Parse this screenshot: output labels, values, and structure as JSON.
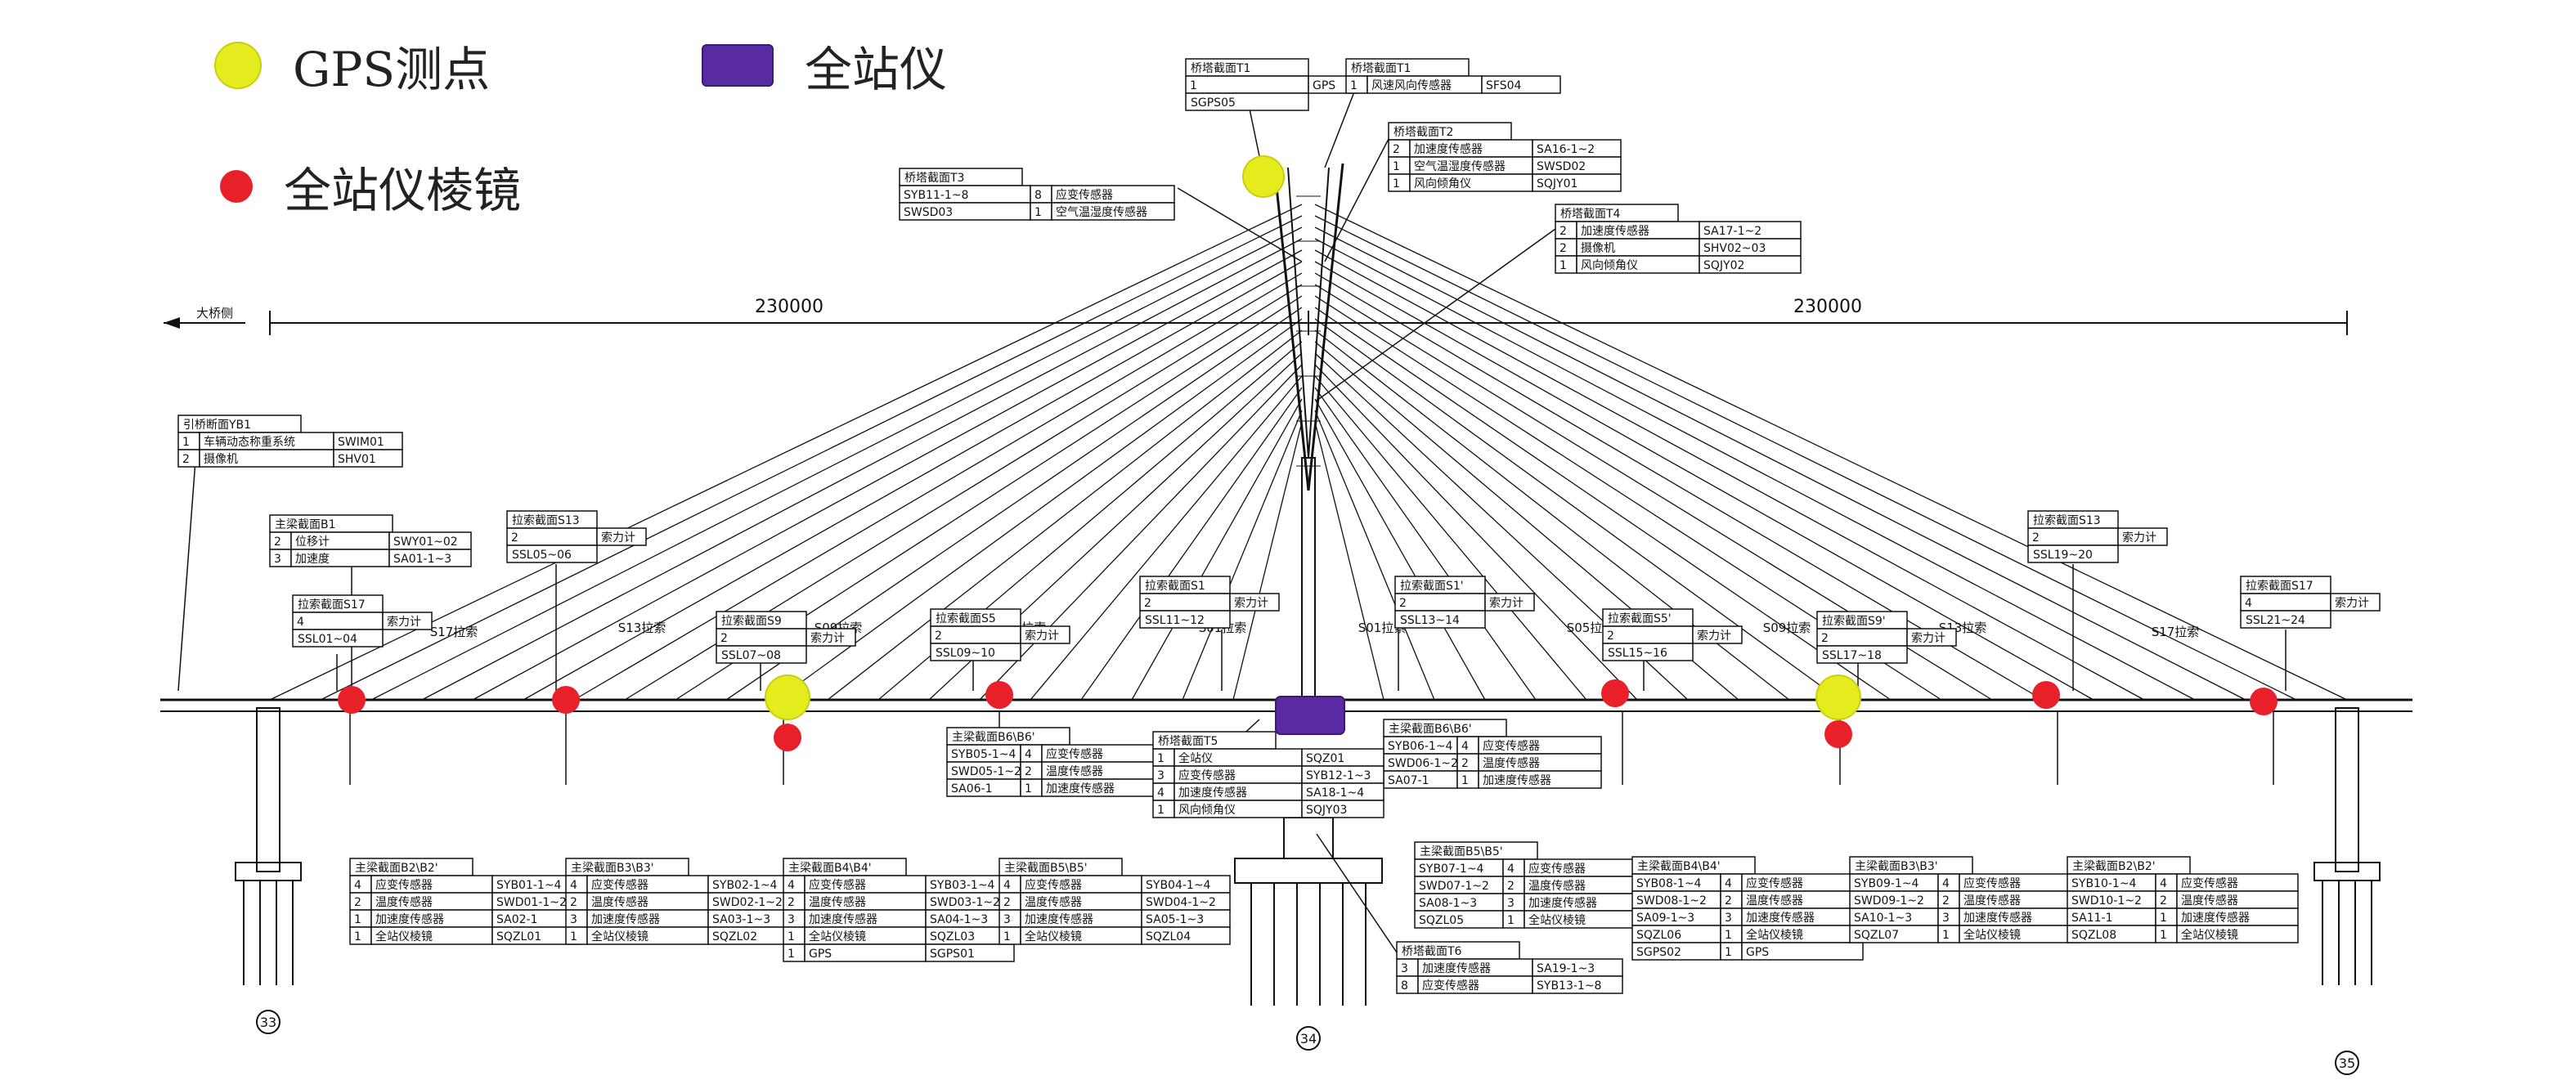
{
  "legend": {
    "gps": "GPS测点",
    "total_station": "全站仪",
    "prism": "全站仪棱镜"
  },
  "colors": {
    "gps": "#e4ec1e",
    "prism": "#e8202a",
    "total_station": "#5a2aa3",
    "line": "#111111"
  },
  "dimensions": {
    "left_span": "230000",
    "right_span": "230000"
  },
  "direction_label": "大桥侧",
  "pier_labels": {
    "left": "33",
    "center": "34",
    "right": "35"
  },
  "cable_labels": {
    "left": [
      "S17拉索",
      "S13拉索",
      "S09拉索",
      "S05拉索",
      "S01拉索"
    ],
    "right": [
      "S01拉索",
      "S05拉索",
      "S09拉索",
      "S13拉索",
      "S17拉索"
    ]
  },
  "section_tables": [
    {
      "id": "tower-t1-gps",
      "rows": [
        [
          "桥塔截面T1"
        ],
        [
          "1",
          "GPS"
        ],
        [
          "SGPS05"
        ]
      ]
    },
    {
      "id": "tower-t1-wind",
      "rows": [
        [
          "桥塔截面T1"
        ],
        [
          "1",
          "风速风向传感器",
          "SFS04"
        ]
      ]
    },
    {
      "id": "tower-t2",
      "rows": [
        [
          "桥塔截面T2"
        ],
        [
          "2",
          "加速度传感器",
          "SA16-1~2"
        ],
        [
          "1",
          "空气温湿度传感器",
          "SWSD02"
        ],
        [
          "1",
          "风向倾角仪",
          "SQJY01"
        ]
      ]
    },
    {
      "id": "tower-t3",
      "rows": [
        [
          "桥塔截面T3"
        ],
        [
          "SYB11-1~8",
          "8",
          "应变传感器"
        ],
        [
          "SWSD03",
          "1",
          "空气温湿度传感器"
        ]
      ]
    },
    {
      "id": "tower-t4",
      "rows": [
        [
          "桥塔截面T4"
        ],
        [
          "2",
          "加速度传感器",
          "SA17-1~2"
        ],
        [
          "2",
          "摄像机",
          "SHV02~03"
        ],
        [
          "1",
          "风向倾角仪",
          "SQJY02"
        ]
      ]
    },
    {
      "id": "approach-yb1",
      "rows": [
        [
          "引桥断面YB1"
        ],
        [
          "1",
          "车辆动态称重系统",
          "SWIM01"
        ],
        [
          "2",
          "摄像机",
          "SHV01"
        ]
      ]
    },
    {
      "id": "girder-b1",
      "rows": [
        [
          "主梁截面B1"
        ],
        [
          "2",
          "位移计",
          "SWY01~02"
        ],
        [
          "3",
          "加速度",
          "SA01-1~3"
        ]
      ]
    },
    {
      "id": "cable-s13-left",
      "rows": [
        [
          "拉索截面S13"
        ],
        [
          "2",
          "索力计"
        ],
        [
          "SSL05~06"
        ]
      ]
    },
    {
      "id": "cable-s17-left",
      "rows": [
        [
          "拉索截面S17"
        ],
        [
          "4",
          "索力计"
        ],
        [
          "SSL01~04"
        ]
      ]
    },
    {
      "id": "cable-s9-left",
      "rows": [
        [
          "拉索截面S9"
        ],
        [
          "2",
          "索力计"
        ],
        [
          "SSL07~08"
        ]
      ]
    },
    {
      "id": "cable-s5-left",
      "rows": [
        [
          "拉索截面S5"
        ],
        [
          "2",
          "索力计"
        ],
        [
          "SSL09~10"
        ]
      ]
    },
    {
      "id": "cable-s1-left",
      "rows": [
        [
          "拉索截面S1"
        ],
        [
          "2",
          "索力计"
        ],
        [
          "SSL11~12"
        ]
      ]
    },
    {
      "id": "cable-s1-right",
      "rows": [
        [
          "拉索截面S1'"
        ],
        [
          "2",
          "索力计"
        ],
        [
          "SSL13~14"
        ]
      ]
    },
    {
      "id": "cable-s5-right",
      "rows": [
        [
          "拉索截面S5'"
        ],
        [
          "2",
          "索力计"
        ],
        [
          "SSL15~16"
        ]
      ]
    },
    {
      "id": "cable-s9-right",
      "rows": [
        [
          "拉索截面S9'"
        ],
        [
          "2",
          "索力计"
        ],
        [
          "SSL17~18"
        ]
      ]
    },
    {
      "id": "cable-s13-right",
      "rows": [
        [
          "拉索截面S13"
        ],
        [
          "2",
          "索力计"
        ],
        [
          "SSL19~20"
        ]
      ]
    },
    {
      "id": "cable-s17-right",
      "rows": [
        [
          "拉索截面S17"
        ],
        [
          "4",
          "索力计"
        ],
        [
          "SSL21~24"
        ]
      ]
    },
    {
      "id": "girder-b6",
      "rows": [
        [
          "主梁截面B6\\B6'"
        ],
        [
          "SYB05-1~4",
          "4",
          "应变传感器"
        ],
        [
          "SWD05-1~2",
          "2",
          "温度传感器"
        ],
        [
          "SA06-1",
          "1",
          "加速度传感器"
        ]
      ]
    },
    {
      "id": "girder-b6-right",
      "rows": [
        [
          "主梁截面B6\\B6'"
        ],
        [
          "SYB06-1~4",
          "4",
          "应变传感器"
        ],
        [
          "SWD06-1~2",
          "2",
          "温度传感器"
        ],
        [
          "SA07-1",
          "1",
          "加速度传感器"
        ]
      ]
    },
    {
      "id": "tower-t5",
      "rows": [
        [
          "桥塔截面T5"
        ],
        [
          "1",
          "全站仪",
          "SQZ01"
        ],
        [
          "3",
          "应变传感器",
          "SYB12-1~3"
        ],
        [
          "4",
          "加速度传感器",
          "SA18-1~4"
        ],
        [
          "1",
          "风向倾角仪",
          "SQJY03"
        ]
      ]
    },
    {
      "id": "tower-t6",
      "rows": [
        [
          "桥塔截面T6"
        ],
        [
          "3",
          "加速度传感器",
          "SA19-1~3"
        ],
        [
          "8",
          "应变传感器",
          "SYB13-1~8"
        ]
      ]
    },
    {
      "id": "girder-b2-left",
      "rows": [
        [
          "主梁截面B2\\B2'"
        ],
        [
          "4",
          "应变传感器",
          "SYB01-1~4"
        ],
        [
          "2",
          "温度传感器",
          "SWD01-1~2"
        ],
        [
          "1",
          "加速度传感器",
          "SA02-1"
        ],
        [
          "1",
          "全站仪棱镜",
          "SQZL01"
        ]
      ]
    },
    {
      "id": "girder-b3-left",
      "rows": [
        [
          "主梁截面B3\\B3'"
        ],
        [
          "4",
          "应变传感器",
          "SYB02-1~4"
        ],
        [
          "2",
          "温度传感器",
          "SWD02-1~2"
        ],
        [
          "3",
          "加速度传感器",
          "SA03-1~3"
        ],
        [
          "1",
          "全站仪棱镜",
          "SQZL02"
        ]
      ]
    },
    {
      "id": "girder-b4-left",
      "rows": [
        [
          "主梁截面B4\\B4'"
        ],
        [
          "4",
          "应变传感器",
          "SYB03-1~4"
        ],
        [
          "2",
          "温度传感器",
          "SWD03-1~2"
        ],
        [
          "3",
          "加速度传感器",
          "SA04-1~3"
        ],
        [
          "1",
          "全站仪棱镜",
          "SQZL03"
        ],
        [
          "1",
          "GPS",
          "SGPS01"
        ]
      ]
    },
    {
      "id": "girder-b5-left",
      "rows": [
        [
          "主梁截面B5\\B5'"
        ],
        [
          "4",
          "应变传感器",
          "SYB04-1~4"
        ],
        [
          "2",
          "温度传感器",
          "SWD04-1~2"
        ],
        [
          "3",
          "加速度传感器",
          "SA05-1~3"
        ],
        [
          "1",
          "全站仪棱镜",
          "SQZL04"
        ]
      ]
    },
    {
      "id": "girder-b5-right",
      "rows": [
        [
          "主梁截面B5\\B5'"
        ],
        [
          "SYB07-1~4",
          "4",
          "应变传感器"
        ],
        [
          "SWD07-1~2",
          "2",
          "温度传感器"
        ],
        [
          "SA08-1~3",
          "3",
          "加速度传感器"
        ],
        [
          "SQZL05",
          "1",
          "全站仪棱镜"
        ]
      ]
    },
    {
      "id": "girder-b4-right",
      "rows": [
        [
          "主梁截面B4\\B4'"
        ],
        [
          "SYB08-1~4",
          "4",
          "应变传感器"
        ],
        [
          "SWD08-1~2",
          "2",
          "温度传感器"
        ],
        [
          "SA09-1~3",
          "3",
          "加速度传感器"
        ],
        [
          "SQZL06",
          "1",
          "全站仪棱镜"
        ],
        [
          "SGPS02",
          "1",
          "GPS"
        ]
      ]
    },
    {
      "id": "girder-b3-right",
      "rows": [
        [
          "主梁截面B3\\B3'"
        ],
        [
          "SYB09-1~4",
          "4",
          "应变传感器"
        ],
        [
          "SWD09-1~2",
          "2",
          "温度传感器"
        ],
        [
          "SA10-1~3",
          "3",
          "加速度传感器"
        ],
        [
          "SQZL07",
          "1",
          "全站仪棱镜"
        ]
      ]
    },
    {
      "id": "girder-b2-right",
      "rows": [
        [
          "主梁截面B2\\B2'"
        ],
        [
          "SYB10-1~4",
          "4",
          "应变传感器"
        ],
        [
          "SWD10-1~2",
          "2",
          "温度传感器"
        ],
        [
          "SA11-1",
          "1",
          "加速度传感器"
        ],
        [
          "SQZL08",
          "1",
          "全站仪棱镜"
        ]
      ]
    }
  ]
}
